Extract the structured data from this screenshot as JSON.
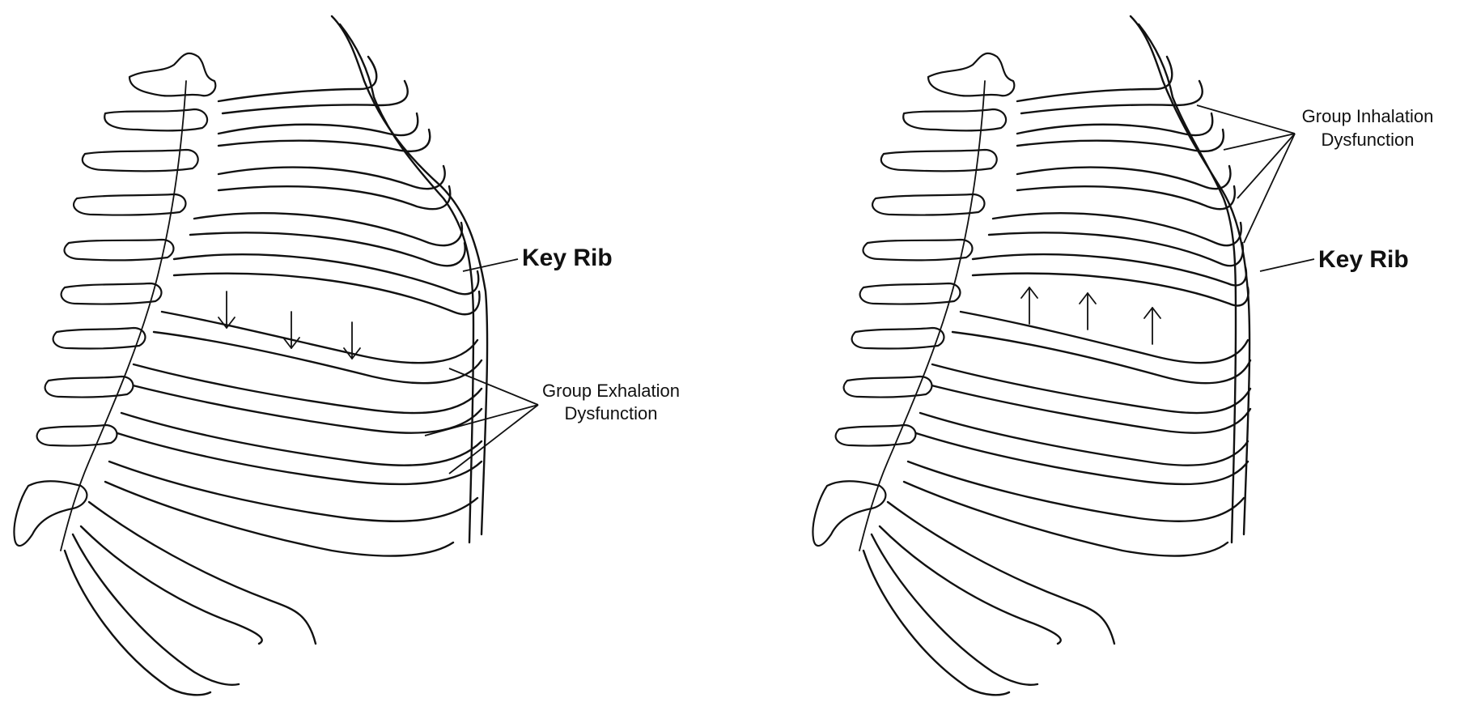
{
  "left_panel": {
    "key_rib_label": "Key Rib",
    "group_label_line1": "Group Exhalation",
    "group_label_line2": "Dysfunction",
    "arrow_direction": "down"
  },
  "right_panel": {
    "key_rib_label": "Key Rib",
    "group_label_line1": "Group Inhalation",
    "group_label_line2": "Dysfunction",
    "arrow_direction": "up"
  },
  "colors": {
    "line": "#111111",
    "background": "#ffffff"
  }
}
